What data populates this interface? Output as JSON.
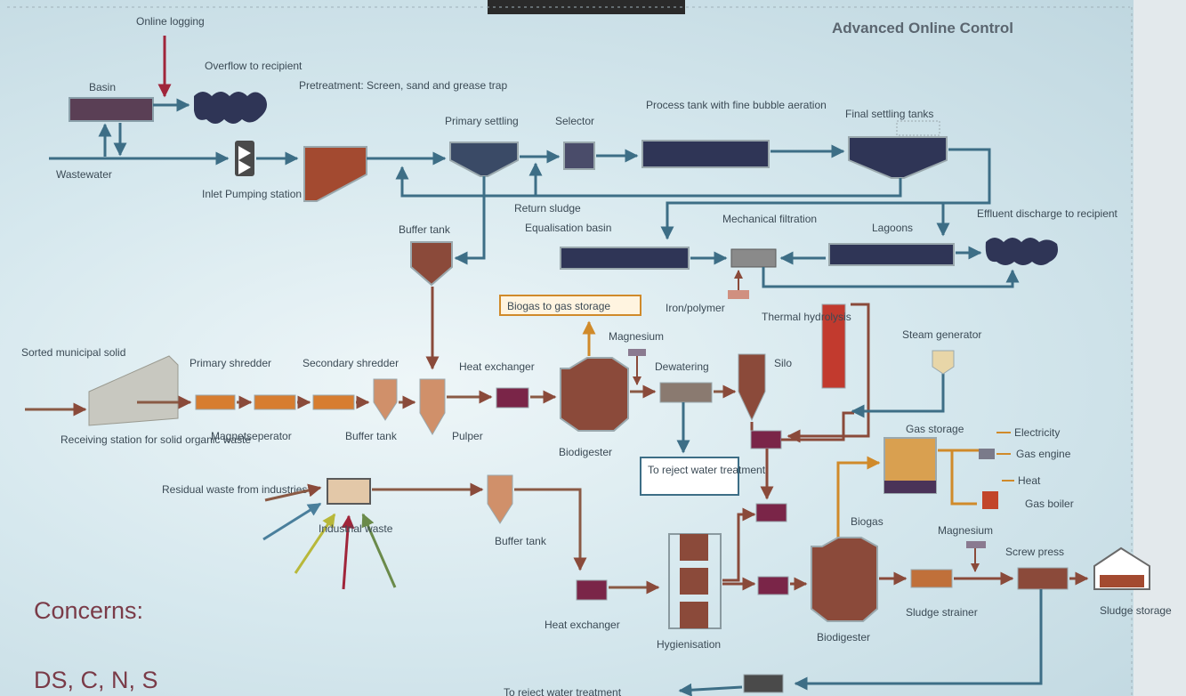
{
  "title": "Advanced Online Control",
  "labels": {
    "online_logging": "Online logging",
    "basin": "Basin",
    "overflow": "Overflow to recipient",
    "wastewater": "Wastewater",
    "inlet_pumping": "Inlet Pumping station",
    "pretreatment": "Pretreatment: Screen, sand and grease trap",
    "primary_settling": "Primary settling",
    "selector": "Selector",
    "process_tank": "Process tank with fine bubble aeration",
    "final_settling": "Final settling tanks",
    "return_sludge": "Return sludge",
    "equalisation": "Equalisation basin",
    "mechanical_filtration": "Mechanical filtration",
    "lagoons": "Lagoons",
    "effluent_discharge": "Effluent discharge to recipient",
    "iron_polymer": "Iron/polymer",
    "buffer_tank_top": "Buffer tank",
    "biogas_to_storage": "Biogas to gas storage",
    "magnesium_1": "Magnesium",
    "thermal_hydrolysis": "Thermal hydrolysis",
    "steam_generator": "Steam generator",
    "sorted_municipal": "Sorted municipal solid",
    "primary_shredder": "Primary shredder",
    "secondary_shredder": "Secondary shredder",
    "heat_exchanger_1": "Heat exchanger",
    "dewatering": "Dewatering",
    "silo": "Silo",
    "receiving_station": "Receiving station for solid organic waste",
    "magnetseparator": "Magnetseperator",
    "buffer_tank_mid": "Buffer tank",
    "pulper": "Pulper",
    "biodigester_1": "Biodigester",
    "gas_storage": "Gas storage",
    "electricity": "Electricity",
    "gas_engine": "Gas engine",
    "heat": "Heat",
    "gas_boiler": "Gas boiler",
    "reject_water": "To reject water treatment",
    "residual_waste": "Residual waste from industries",
    "liquid_industrial": "Industrial waste",
    "buffer_tank_low": "Buffer tank",
    "biogas": "Biogas",
    "magnesium_2": "Magnesium",
    "screw_press": "Screw press",
    "heat_exchanger_2": "Heat exchanger",
    "hygienisation": "Hygienisation",
    "biodigester_2": "Biodigester",
    "sludge_strainer": "Sludge strainer",
    "sludge_storage": "Sludge storage",
    "reject_water_bottom": "To reject water treatment"
  },
  "concerns": {
    "heading": "Concerns:",
    "items": "DS, C, N, S"
  },
  "colors": {
    "water_line": "#3d6e86",
    "sludge_line": "#8a4a3a",
    "gas_line": "#d08a2a",
    "waste_line": "#8a5a45",
    "online_arrow": "#a0253a",
    "tank_brown": "#8b4a3a",
    "tank_navy": "#323c5e",
    "exchanger_purple": "#7a2548",
    "shredder_orange": "#d77d30"
  }
}
